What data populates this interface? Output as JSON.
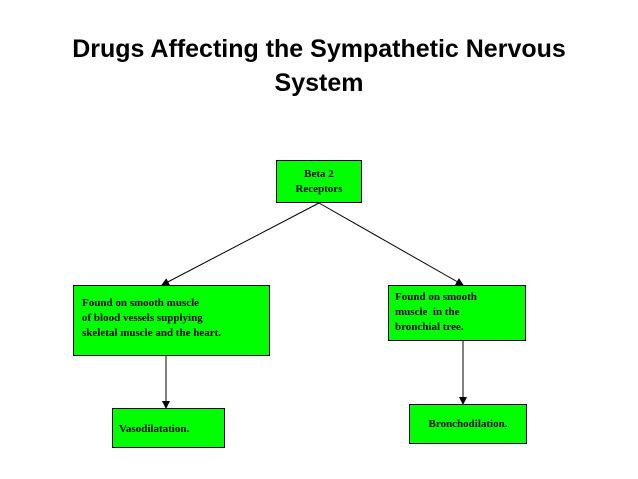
{
  "title": {
    "line1": "Drugs Affecting the Sympathetic Nervous",
    "line2": "System"
  },
  "colors": {
    "box_fill": "#00ff00",
    "line": "#000000"
  },
  "nodes": {
    "beta2": {
      "line1": "Beta 2",
      "line2": "Receptors"
    },
    "vessels": {
      "line1": "Found on smooth muscle",
      "line2": "of blood vessels supplying",
      "line3": "skeletal muscle and the heart."
    },
    "bronchial_tree": {
      "line1": "Found on smooth",
      "line2": "muscle  in the",
      "line3": "bronchial tree."
    },
    "vasodilatation": {
      "label": "Vasodilatation."
    },
    "bronchodilation": {
      "label": "Bronchodilation."
    }
  }
}
